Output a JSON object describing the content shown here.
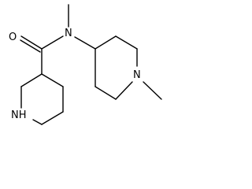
{
  "molecule": {
    "atoms": {
      "carbonyl_oxygen": "O",
      "amide_nitrogen": "N",
      "ring_nitrogen_methyl": "N",
      "ring_nitrogen_nh": "NH"
    }
  }
}
